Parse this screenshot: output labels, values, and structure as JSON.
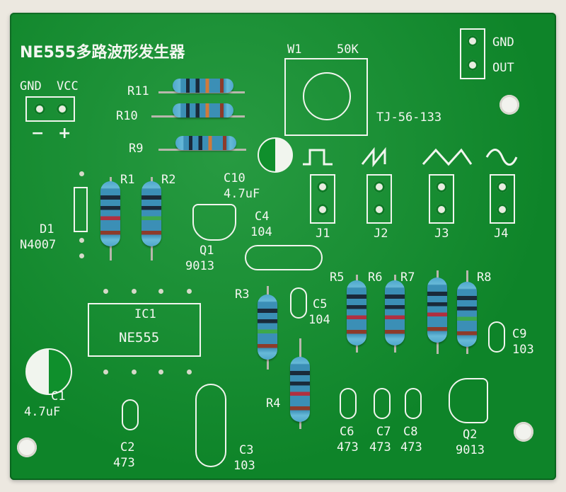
{
  "board": {
    "title": "NE555多路波形发生器",
    "power_header": {
      "gnd": "GND",
      "vcc": "VCC",
      "minus": "−",
      "plus": "+"
    },
    "out_header": {
      "gnd": "GND",
      "out": "OUT"
    },
    "pot": {
      "ref": "W1",
      "value": "50K",
      "model": "TJ-56-133"
    },
    "resistors": [
      "R11",
      "R10",
      "R9",
      "R1",
      "R2",
      "R3",
      "R4",
      "R5",
      "R6",
      "R7",
      "R8"
    ],
    "d1": {
      "ref": "D1",
      "part": "N4007"
    },
    "c10": {
      "ref": "C10",
      "value": "4.7uF"
    },
    "c4": {
      "ref": "C4",
      "value": "104"
    },
    "q1": {
      "ref": "Q1",
      "part": "9013"
    },
    "q2": {
      "ref": "Q2",
      "part": "9013"
    },
    "ic1": {
      "ref": "IC1",
      "part": "NE555"
    },
    "c1": {
      "ref": "C1",
      "value": "4.7uF"
    },
    "c2": {
      "ref": "C2",
      "value": "473"
    },
    "c3": {
      "ref": "C3",
      "value": "103"
    },
    "c5": {
      "ref": "C5",
      "value": "104"
    },
    "c6": {
      "ref": "C6",
      "value": "473"
    },
    "c7": {
      "ref": "C7",
      "value": "473"
    },
    "c8": {
      "ref": "C8",
      "value": "473"
    },
    "c9": {
      "ref": "C9",
      "value": "103"
    },
    "jumpers": [
      "J1",
      "J2",
      "J3",
      "J4"
    ],
    "waveforms": [
      "square-wave-icon",
      "sawtooth-wave-icon",
      "triangle-wave-icon",
      "sine-wave-icon"
    ]
  },
  "colors": {
    "pcb": "#0f8f2c",
    "silkscreen": "#f4f6f1",
    "resistor_body": "#3b8fb6"
  }
}
